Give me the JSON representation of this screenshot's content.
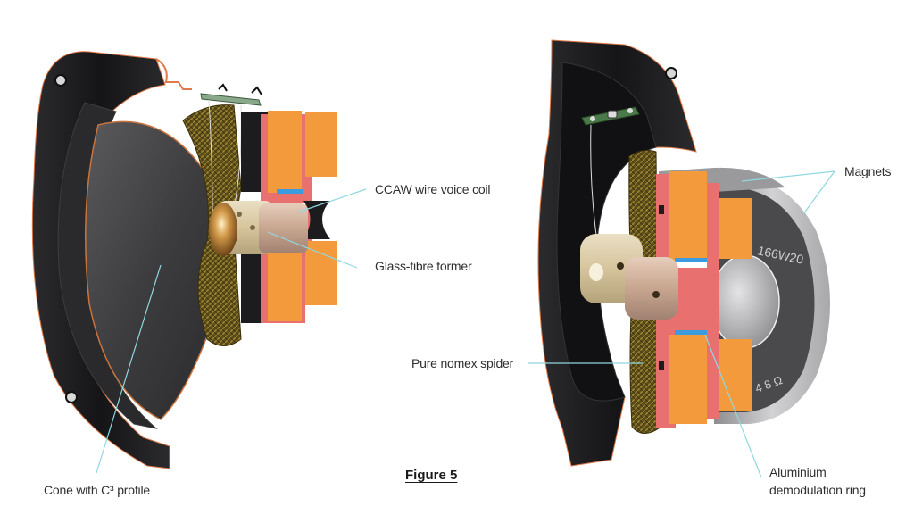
{
  "figure": {
    "title": "Figure 5"
  },
  "left_driver": {
    "labels": {
      "voice_coil": "CCAW wire voice coil",
      "former": "Glass-fibre former",
      "cone": "Cone with C³ profile"
    }
  },
  "right_driver": {
    "magnet_marking_model": "166W20",
    "magnet_marking_impedance": "4 8 Ω",
    "labels": {
      "magnets": "Magnets",
      "spider": "Pure nomex spider",
      "demod_ring_line1": "Aluminium",
      "demod_ring_line2": "demodulation ring"
    }
  },
  "colors": {
    "leader_line": "#8fd8e0",
    "magnet_orange": "#f39a3c",
    "pole_pink": "#e8716f",
    "basket_black": "#1c1c1e",
    "spider_gold": "#6b5a1e",
    "demod_blue": "#3a9be0",
    "former_beige": "#d9c9a4",
    "coil_copper": "#c9a48c",
    "magnet_grey": "#bfbfbf"
  }
}
